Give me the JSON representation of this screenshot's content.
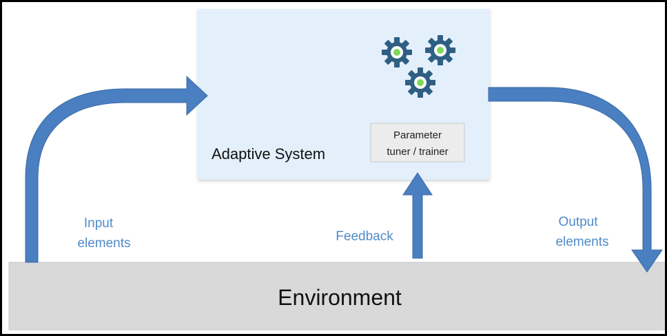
{
  "system": {
    "label": "Adaptive System"
  },
  "tuner": {
    "line1": "Parameter",
    "line2": "tuner / trainer"
  },
  "environment": {
    "label": "Environment"
  },
  "flows": {
    "input": {
      "line1": "Input",
      "line2": "elements"
    },
    "feedback": {
      "label": "Feedback"
    },
    "output": {
      "line1": "Output",
      "line2": "elements"
    }
  },
  "icons": {
    "gears": "gears-icon"
  },
  "colors": {
    "arrow": "#4a7fc1",
    "arrow_stroke": "#3a6aa3",
    "label_text": "#4f8ac9",
    "system_fill": "#e3f0fc",
    "environment_fill": "#d9d9d9",
    "gear_fill": "#2f5f82",
    "gear_hub": "#7ed957"
  }
}
